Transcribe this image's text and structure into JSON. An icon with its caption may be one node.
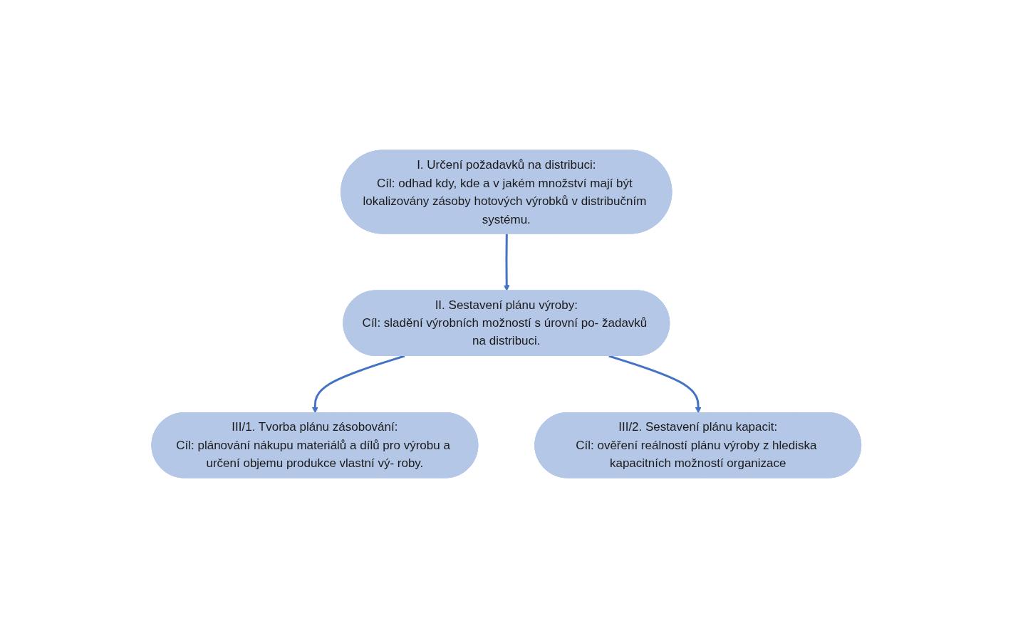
{
  "diagram": {
    "nodes": [
      {
        "text": [
          "I. Určení požadavků na distribuci:",
          "Cíl: odhad kdy, kde a v jakém množství mají být lokalizovány zásoby hotových výrobků v distribučním systému."
        ]
      },
      {
        "text": [
          "II. Sestavení plánu výroby:",
          "Cíl: sladění výrobních možností s úrovní po- žadavků na distribuci."
        ]
      },
      {
        "text": [
          "III/1. Tvorba plánu zásobování:",
          "Cíl: plánování nákupu materiálů a dílů pro výrobu a určení objemu produkce vlastní vý- roby."
        ]
      },
      {
        "text": [
          "III/2. Sestavení plánu kapacit:",
          "Cíl: ověření reálností plánu výroby z hlediska kapacitních možností organizace"
        ]
      }
    ],
    "edges": [
      {
        "from": 0,
        "to": 1,
        "arrow": "to"
      },
      {
        "from": 1,
        "to": 2,
        "arrow": "to"
      },
      {
        "from": 1,
        "to": 3,
        "arrow": "to"
      }
    ]
  }
}
